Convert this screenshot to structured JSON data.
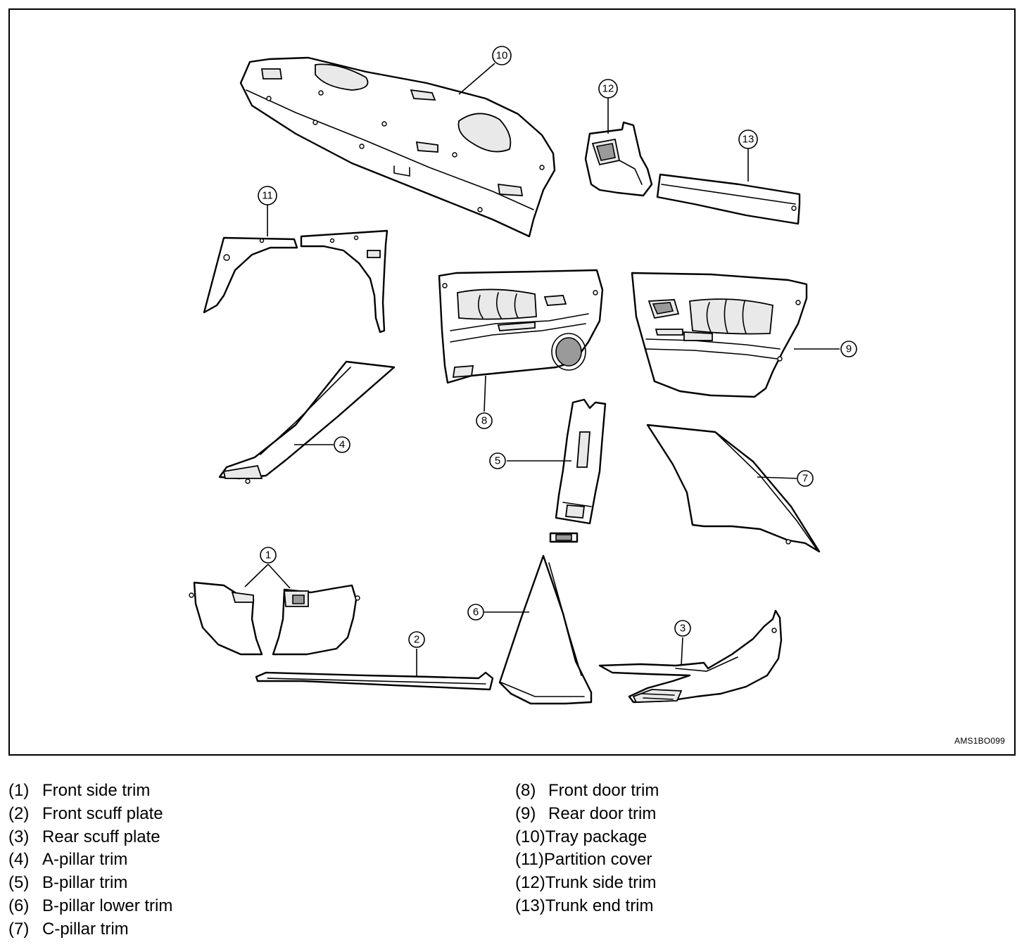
{
  "figure_code": "AMS1BO099",
  "callouts": [
    "1",
    "2",
    "3",
    "4",
    "5",
    "6",
    "7",
    "8",
    "9",
    "10",
    "11",
    "12",
    "13"
  ],
  "legend": {
    "left": [
      {
        "num": "(1)",
        "label": "Front side trim"
      },
      {
        "num": "(2)",
        "label": "Front scuff plate"
      },
      {
        "num": "(3)",
        "label": "Rear scuff plate"
      },
      {
        "num": "(4)",
        "label": "A-pillar trim"
      },
      {
        "num": "(5)",
        "label": "B-pillar trim"
      },
      {
        "num": "(6)",
        "label": "B-pillar lower trim"
      },
      {
        "num": "(7)",
        "label": "C-pillar trim"
      }
    ],
    "right": [
      {
        "num": "(8)",
        "label": "Front door trim"
      },
      {
        "num": "(9)",
        "label": "Rear door trim"
      },
      {
        "num": "(10)",
        "label": "Tray package"
      },
      {
        "num": "(11)",
        "label": "Partition cover"
      },
      {
        "num": "(12)",
        "label": "Trunk side trim"
      },
      {
        "num": "(13)",
        "label": "Trunk end trim"
      }
    ]
  }
}
